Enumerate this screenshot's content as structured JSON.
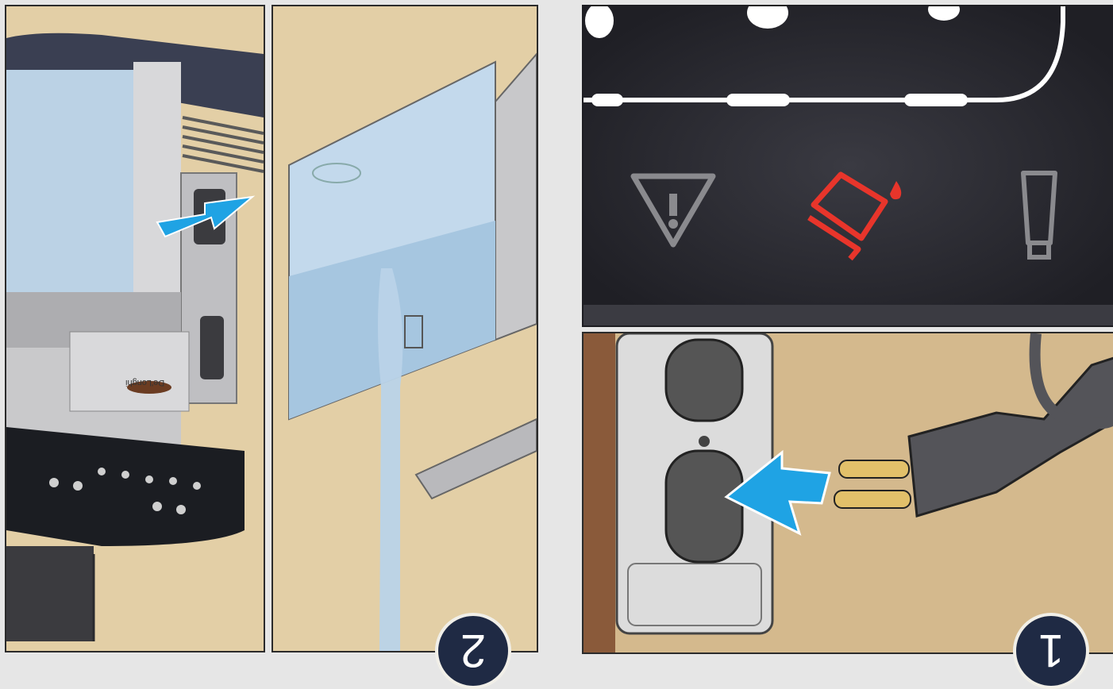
{
  "steps": [
    {
      "number": "1"
    },
    {
      "number": "2"
    }
  ],
  "display_icons": [
    {
      "icon": "info-warning-icon",
      "state": "off",
      "color": "#8a8a8e"
    },
    {
      "icon": "water-tank-icon",
      "state": "on",
      "color": "#e8352b"
    },
    {
      "icon": "milk-container-icon",
      "state": "off",
      "color": "#8a8a8e"
    }
  ],
  "brand": {
    "text": "De'Longhi"
  },
  "colors": {
    "arrow": "#1fa3e4",
    "background": "#e3cfa6",
    "badge": "#1f2a44",
    "alert": "#e8352b"
  }
}
